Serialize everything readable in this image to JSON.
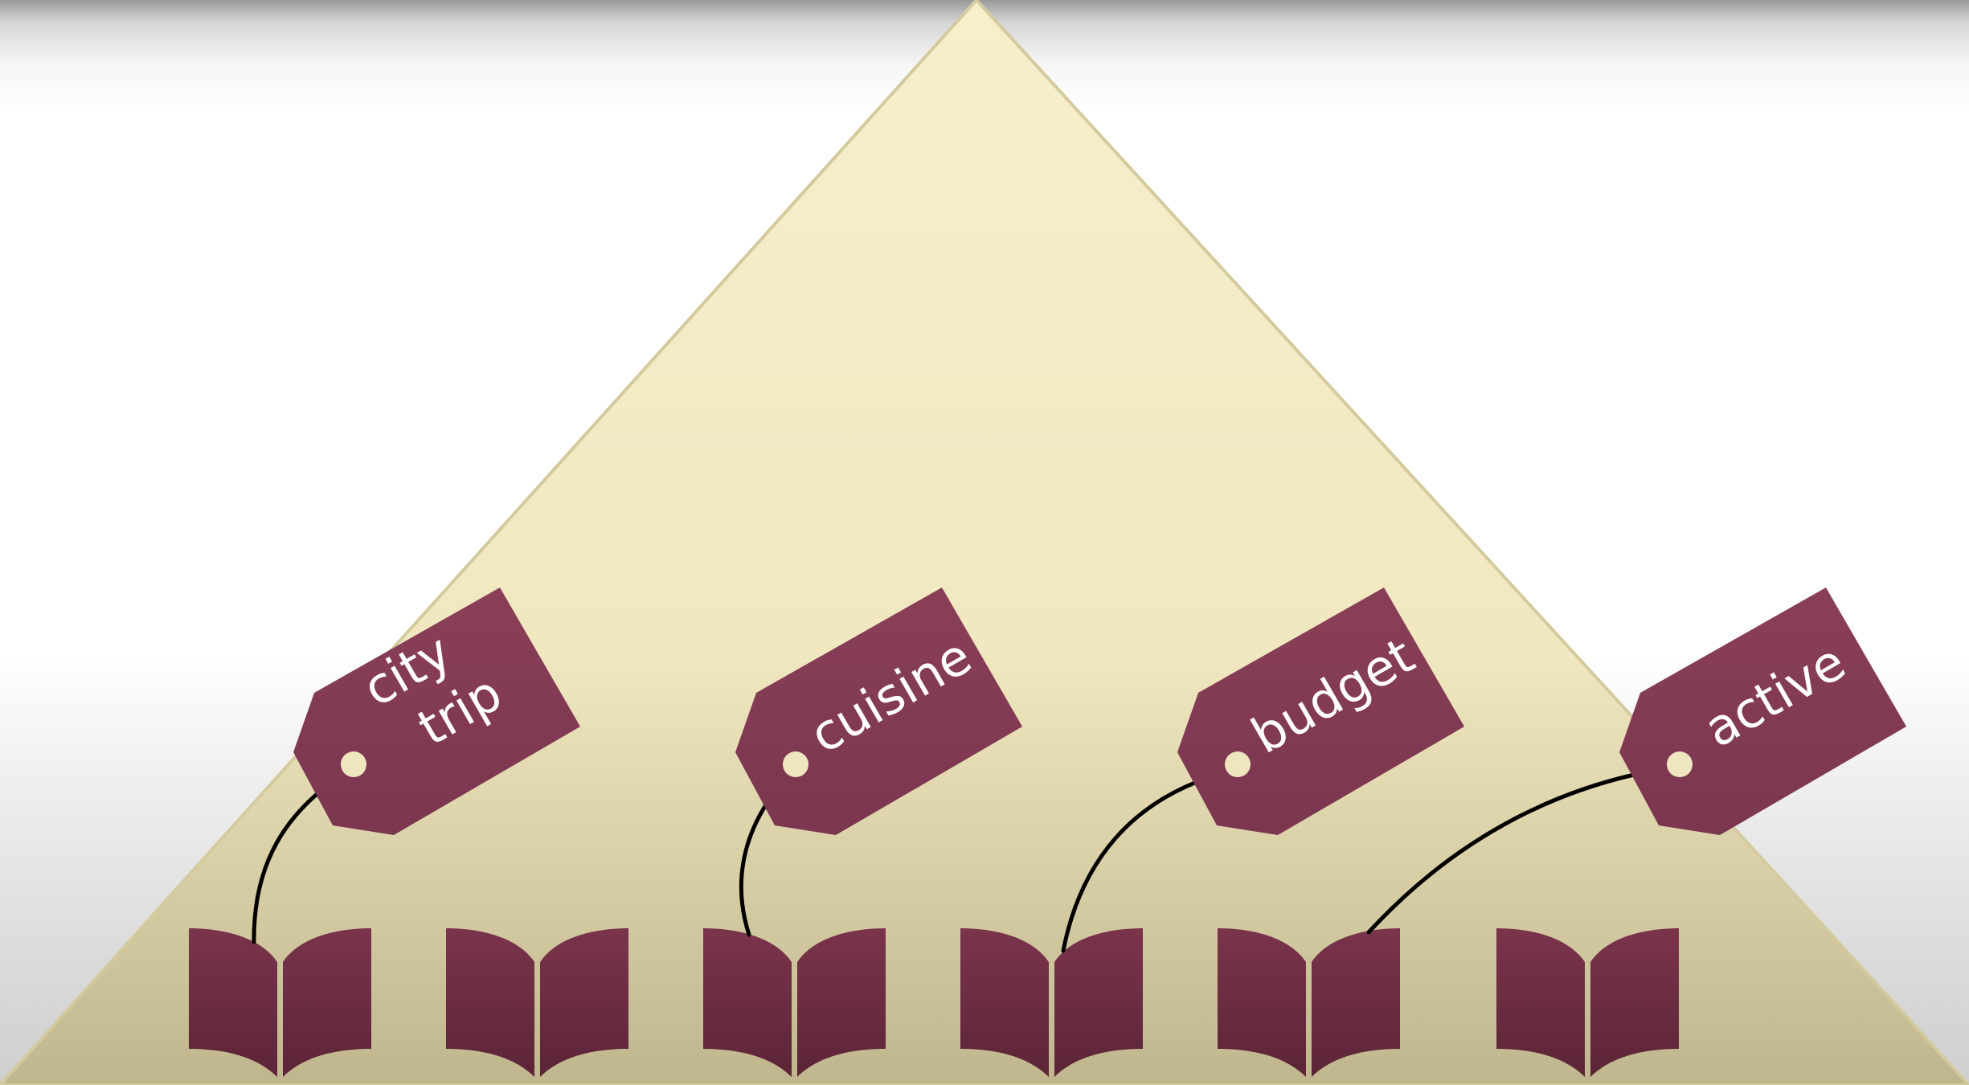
{
  "diagram": {
    "tags": [
      {
        "id": "city-trip",
        "lines": [
          "city",
          "trip"
        ]
      },
      {
        "id": "cuisine",
        "lines": [
          "cuisine"
        ]
      },
      {
        "id": "budget",
        "lines": [
          "budget"
        ]
      },
      {
        "id": "active",
        "lines": [
          "active"
        ]
      }
    ],
    "books_count": 6,
    "colors": {
      "triangle_top": "#f5edc5",
      "triangle_bottom": "#c2b891",
      "triangle_edge": "#d2c99a",
      "tag": "#843b54",
      "book_top": "#7a344c",
      "book_bottom": "#5e2538",
      "string": "#000000",
      "tag_hole": "#efe6bf"
    }
  }
}
